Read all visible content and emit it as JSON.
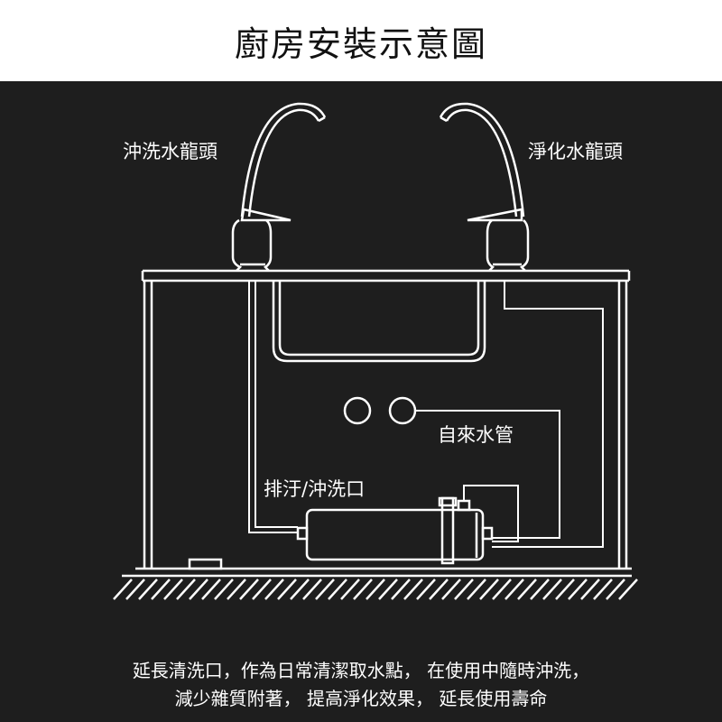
{
  "title": "廚房安裝示意圖",
  "labels": {
    "flush_faucet": "沖洗水龍頭",
    "purified_faucet": "淨化水龍頭",
    "tap_water_pipe": "自來水管",
    "drain_outlet": "排汙/沖洗口"
  },
  "caption": {
    "line1": "延長清洗口，作為日常清潔取水點， 在使用中隨時沖洗，",
    "line2": "減少雜質附著， 提高淨化效果， 延長使用壽命"
  },
  "colors": {
    "background": "#1e1e1e",
    "line": "#ffffff"
  }
}
